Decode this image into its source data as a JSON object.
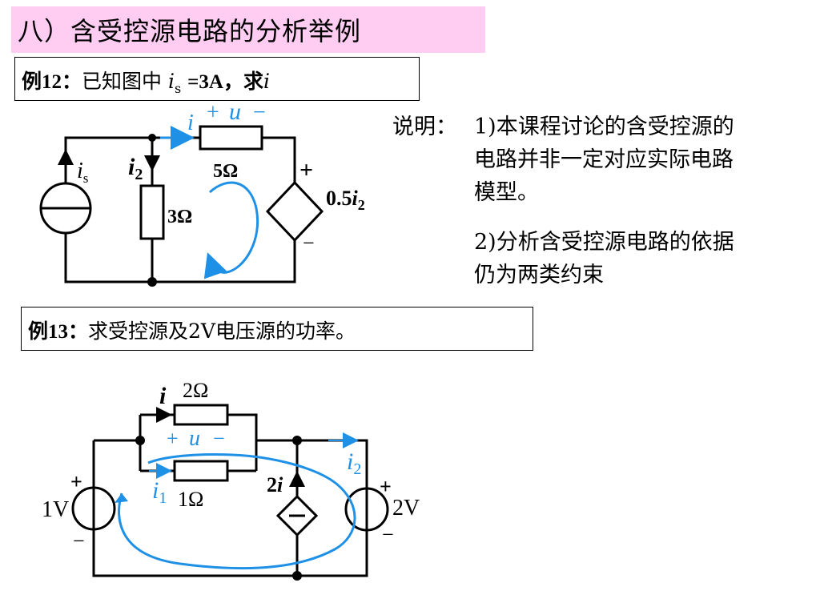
{
  "title": "八）含受控源电路的分析举例",
  "example12": {
    "label": "例12：",
    "text_a": "已知图中",
    "i_sym": "i",
    "s_sub": "s",
    "text_b": "=3A，求",
    "i_end": "i"
  },
  "example13": {
    "label": "例13：",
    "text": "求受控源及2V电压源的功率。"
  },
  "note": {
    "prefix": "说明：",
    "line1": "1)本课程讨论的含受控源的",
    "line2": "电路并非一定对应实际电路",
    "line3": "模型。",
    "line4": "2)分析含受控源电路的依据",
    "line5": "仍为两类约束"
  },
  "circuit1": {
    "current_i": "i",
    "plus": "+",
    "voltage_u": "u",
    "minus": "−",
    "r5": "5Ω",
    "r3": "3Ω",
    "is_i": "i",
    "is_sub": "s",
    "i2_i": "i",
    "i2_sub": "2",
    "src_plus": "+",
    "src_minus": "−",
    "ctrl_coeff": "0.5",
    "ctrl_i": "i",
    "ctrl_sub": "2"
  },
  "circuit2": {
    "current_i": "i",
    "r2": "2Ω",
    "r1": "1Ω",
    "u_plus": "+",
    "u_sym": "u",
    "u_minus": "−",
    "i1_i": "i",
    "i1_sub": "1",
    "i2_i": "i",
    "i2_sub": "2",
    "ctrl_coeff": "2",
    "ctrl_i": "i",
    "src1_label": "1V",
    "src1_plus": "+",
    "src1_minus": "−",
    "src2_label": "2V",
    "src2_plus": "+",
    "src2_minus": "−"
  },
  "colors": {
    "title_bg": "#ffccf2",
    "accent": "#1e90e6"
  }
}
